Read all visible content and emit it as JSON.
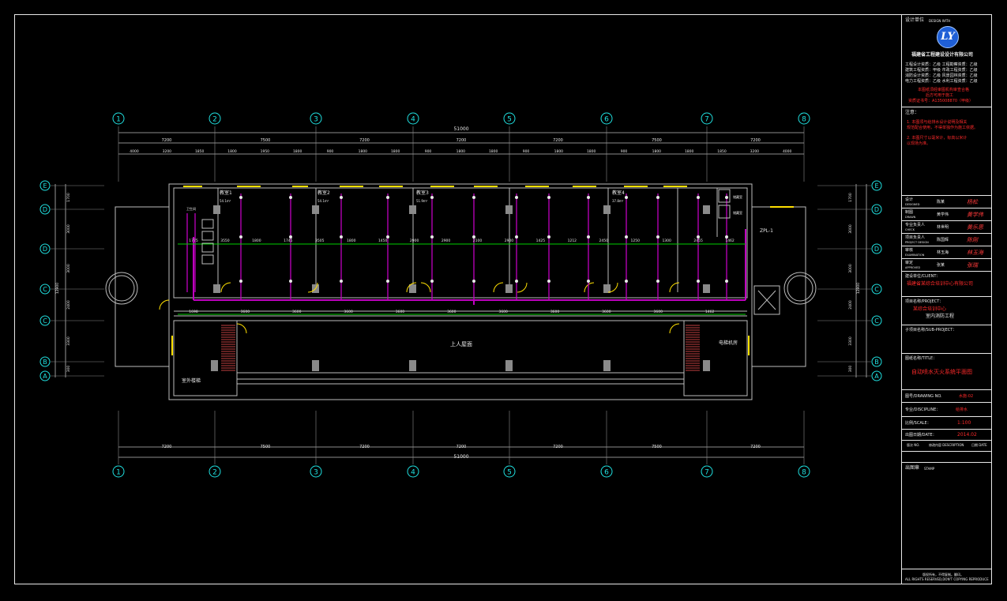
{
  "drawing": {
    "axes_top": [
      "1",
      "2",
      "3",
      "4",
      "5",
      "6",
      "7",
      "8"
    ],
    "axes_side": [
      "E",
      "D",
      "C",
      "B",
      "A"
    ],
    "overall_dim": "51000",
    "bay_dims": [
      "7200",
      "7500",
      "7200",
      "7200",
      "7200",
      "7500",
      "7200"
    ],
    "sub_dims": [
      "4000",
      "3200",
      "1850",
      "1800",
      "1950",
      "1800",
      "900",
      "1800",
      "1800",
      "900",
      "1800",
      "1800",
      "900",
      "1800",
      "1800",
      "900",
      "1800",
      "1800",
      "1850",
      "3200",
      "4000"
    ],
    "inner_dims": [
      "1775",
      "3550",
      "1800",
      "1745",
      "3505",
      "1800",
      "1450",
      "2900",
      "2900",
      "2100",
      "2900",
      "1425",
      "1212",
      "2450",
      "1250",
      "1300",
      "2455",
      "1462"
    ],
    "corridor_dims": [
      "1698",
      "3600",
      "3600",
      "3600",
      "3600",
      "3600",
      "3600",
      "3600",
      "3600",
      "3600",
      "1462"
    ],
    "side_dims_left": [
      "1700",
      "3000",
      "3000",
      "2400",
      "3300",
      "300"
    ],
    "side_dims_right": [
      "1700",
      "3000",
      "3000",
      "2400",
      "3300",
      "300"
    ],
    "total_side": "12900",
    "room_labels": [
      "教室1",
      "教室2",
      "教室3",
      "教室4"
    ],
    "room_small": [
      "54.1m²",
      "54.1m²",
      "51.9m²",
      "37.8m²"
    ],
    "label_corridor": "上人屋面",
    "label_stair_left": "室外楼梯",
    "label_stair_right": "电梯机房",
    "label_zpl": "ZPL-1",
    "label_toilet": "卫生间",
    "label_store1": "储藏室",
    "label_store2": "储藏室"
  },
  "titleblock": {
    "design_unit_label": "设计单位",
    "design_unit_en": "DESIGN WITH",
    "logo": "LY",
    "company": "福建省工程建设设计有限公司",
    "cert_lines": [
      "工程设计资质：乙级  工程勘察资质：乙级",
      "建筑工程资质：甲级  市政工程资质：乙级",
      "消防设计资质：乙级  风景园林资质：乙级",
      "电力工程资质：乙级  水利工程资质：乙级"
    ],
    "red_lines": [
      "本图纸须经审图机构审查合格",
      "后方可用于施工",
      "资质证书号：A135008870（甲级）"
    ],
    "notes_label": "注意：",
    "notes": [
      "1. 本图须与给排水设计说明及相关",
      "规范配合使用，不得单独作为施工依据。",
      "2. 本图尺寸以毫米计，标高以米计",
      "以现场为准。"
    ],
    "staff": [
      {
        "role": "设计",
        "role_en": "DESIGNED",
        "name": "陈某",
        "sig": "杨松"
      },
      {
        "role": "制图",
        "role_en": "DRAWN",
        "name": "黄学伟",
        "sig": "黄学伟"
      },
      {
        "role": "专业负责人",
        "role_en": "CHECK",
        "name": "林世明",
        "sig": "黄乐思"
      },
      {
        "role": "项目负责人",
        "role_en": "PROJECT DESIGN",
        "name": "陈国辉",
        "sig": "陈刚"
      },
      {
        "role": "审核",
        "role_en": "EXAMINATION",
        "name": "林玉海",
        "sig": "林玉海"
      },
      {
        "role": "审定",
        "role_en": "APPROVED",
        "name": "张某",
        "sig": "张瑞"
      }
    ],
    "client_label": "建设单位/CLIENT：",
    "client": "福建省某综合培训中心有限公司",
    "project_label": "项目名称/PROJECT：",
    "project": [
      "某综合培训中心",
      "室内消防工程"
    ],
    "subproject_label": "子项目名称/SUB-PROJECT：",
    "title_label": "图纸名称/TITLE：",
    "title": "自动喷水灭火系统平面图",
    "drawing_no_label": "图号/DRAWING NO.",
    "drawing_no": "水施-02",
    "discipline_label": "专业/DISCIPLINE：",
    "discipline": "给排水",
    "scale_label": "比例/SCALE：",
    "scale": "1:100",
    "date_label": "出图日期/DATE：",
    "date": "2014.02",
    "rev_cols": [
      "版次 NO.",
      "修改内容 DESCRIPTION",
      "日期 DATE"
    ],
    "stamp_label": "出图章",
    "stamp_en": "STAMP",
    "footer": [
      "版权所有，不得复制。翻印。",
      "ALL RIGHTS RESERVED,DON'T COPYING REPRODUCE"
    ]
  }
}
